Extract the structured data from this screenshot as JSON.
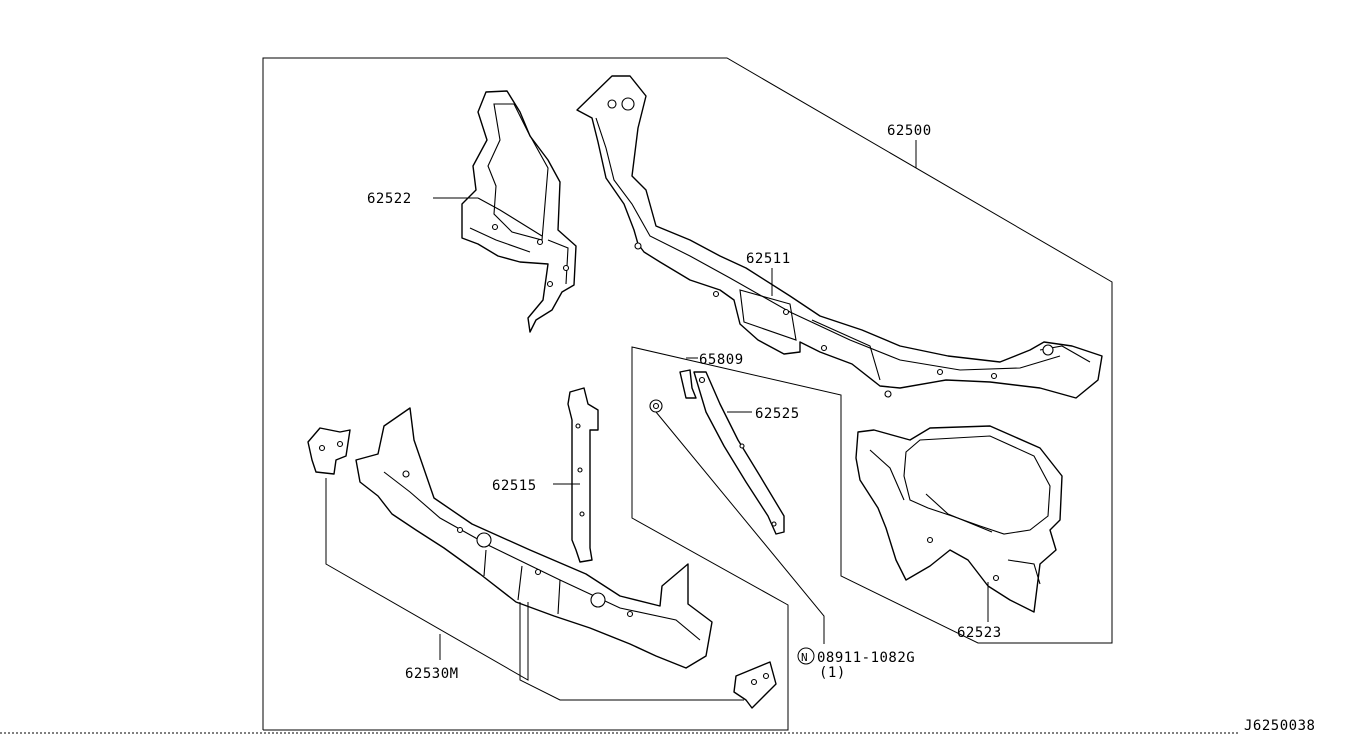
{
  "callouts": {
    "assembly": "62500",
    "upper_support": "62511",
    "side_left": "62522",
    "side_right": "62523",
    "lower_support": "62530M",
    "center_stay": "62515",
    "stay_right": "62525",
    "bracket": "65809",
    "bolt_part": "08911-1082G",
    "bolt_symbol": "N",
    "bolt_qty": "(1)"
  },
  "diagram_id": "J6250038"
}
